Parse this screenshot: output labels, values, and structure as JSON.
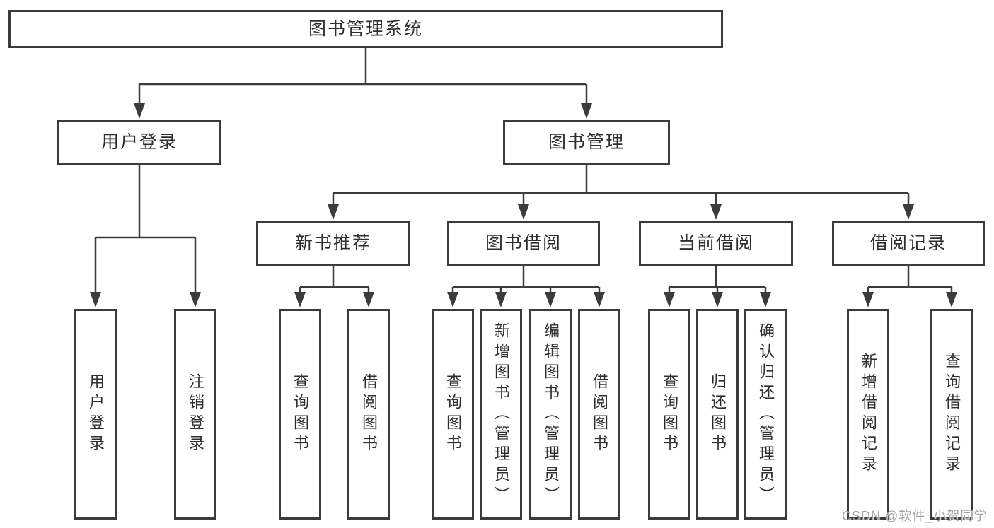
{
  "colors": {
    "background": "#ffffff",
    "box_border": "#3b3b3b",
    "connector_line": "#3b3b3b",
    "box_text": "#2e2e2e",
    "watermark_text": "#a3a3a3"
  },
  "nodes": {
    "root": "图书管理系统",
    "user_login": "用户登录",
    "book_mgmt": "图书管理",
    "new_book_rec": "新书推荐",
    "book_borrow": "图书借阅",
    "current_borrow": "当前借阅",
    "borrow_records": "借阅记录",
    "leaf_user_login": "用户登录",
    "leaf_logout": "注销登录",
    "rec_query_book": "查询图书",
    "rec_borrow_book": "借阅图书",
    "bb_query_book": "查询图书",
    "bb_add_book": "新增图书（管理员）",
    "bb_edit_book": "编辑图书（管理员）",
    "bb_borrow_book": "借阅图书",
    "cb_query_book": "查询图书",
    "cb_return_book": "归还图书",
    "cb_confirm_return": "确认归还（管理员）",
    "br_add_record": "新增借阅记录",
    "br_query_record": "查询借阅记录"
  },
  "hierarchy": {
    "图书管理系统": [
      "用户登录",
      "图书管理"
    ],
    "用户登录": [
      "用户登录",
      "注销登录"
    ],
    "图书管理": [
      "新书推荐",
      "图书借阅",
      "当前借阅",
      "借阅记录"
    ],
    "新书推荐": [
      "查询图书",
      "借阅图书"
    ],
    "图书借阅": [
      "查询图书",
      "新增图书（管理员）",
      "编辑图书（管理员）",
      "借阅图书"
    ],
    "当前借阅": [
      "查询图书",
      "归还图书",
      "确认归还（管理员）"
    ],
    "借阅记录": [
      "新增借阅记录",
      "查询借阅记录"
    ]
  },
  "watermark": "CSDN @软件_小贺同学"
}
